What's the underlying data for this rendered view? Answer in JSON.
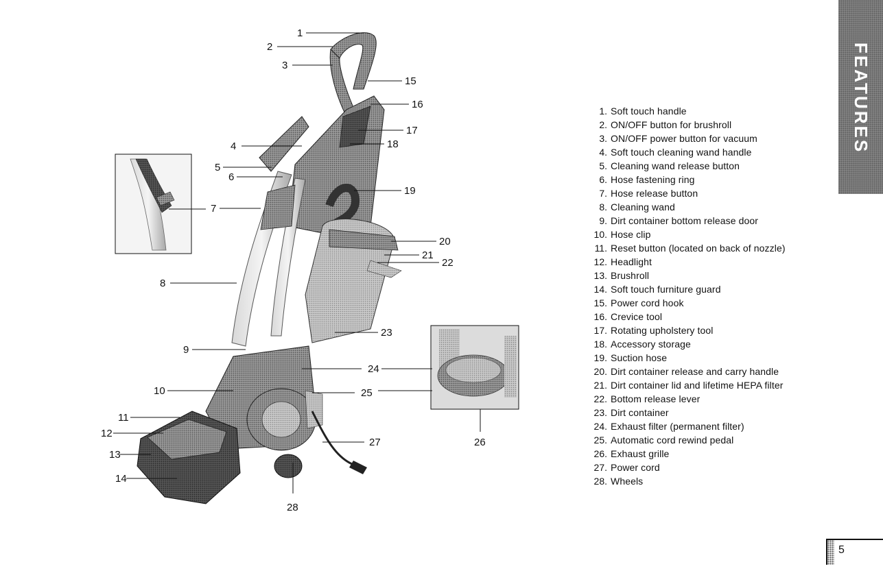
{
  "features_tab": {
    "label": "FEATURES"
  },
  "page_number": "5",
  "features": [
    {
      "num": "1.",
      "text": "Soft touch handle"
    },
    {
      "num": "2.",
      "text": "ON/OFF button for brushroll"
    },
    {
      "num": "3.",
      "text": "ON/OFF power button for vacuum"
    },
    {
      "num": "4.",
      "text": "Soft touch cleaning wand handle"
    },
    {
      "num": "5.",
      "text": "Cleaning wand release button"
    },
    {
      "num": "6.",
      "text": "Hose fastening ring"
    },
    {
      "num": "7.",
      "text": "Hose release button"
    },
    {
      "num": "8.",
      "text": "Cleaning wand"
    },
    {
      "num": "9.",
      "text": "Dirt container bottom release door"
    },
    {
      "num": "10.",
      "text": "Hose clip"
    },
    {
      "num": "11.",
      "text": "Reset button (located on back of nozzle)"
    },
    {
      "num": "12.",
      "text": "Headlight"
    },
    {
      "num": "13.",
      "text": "Brushroll"
    },
    {
      "num": "14.",
      "text": "Soft touch furniture guard"
    },
    {
      "num": "15.",
      "text": "Power cord hook"
    },
    {
      "num": "16.",
      "text": "Crevice tool"
    },
    {
      "num": "17.",
      "text": "Rotating upholstery tool"
    },
    {
      "num": "18.",
      "text": "Accessory storage"
    },
    {
      "num": "19.",
      "text": "Suction hose"
    },
    {
      "num": "20.",
      "text": "Dirt container release and carry handle"
    },
    {
      "num": "21.",
      "text": "Dirt container lid and lifetime HEPA filter"
    },
    {
      "num": "22.",
      "text": "Bottom release lever"
    },
    {
      "num": "23.",
      "text": "Dirt container"
    },
    {
      "num": "24.",
      "text": "Exhaust filter (permanent filter)"
    },
    {
      "num": "25.",
      "text": "Automatic cord rewind pedal"
    },
    {
      "num": "26.",
      "text": "Exhaust grille"
    },
    {
      "num": "27.",
      "text": "Power cord"
    },
    {
      "num": "28.",
      "text": "Wheels"
    }
  ],
  "callouts": [
    "1",
    "2",
    "3",
    "4",
    "5",
    "6",
    "7",
    "8",
    "9",
    "10",
    "11",
    "12",
    "13",
    "14",
    "15",
    "16",
    "17",
    "18",
    "19",
    "20",
    "21",
    "22",
    "23",
    "24",
    "25",
    "26",
    "27",
    "28"
  ]
}
